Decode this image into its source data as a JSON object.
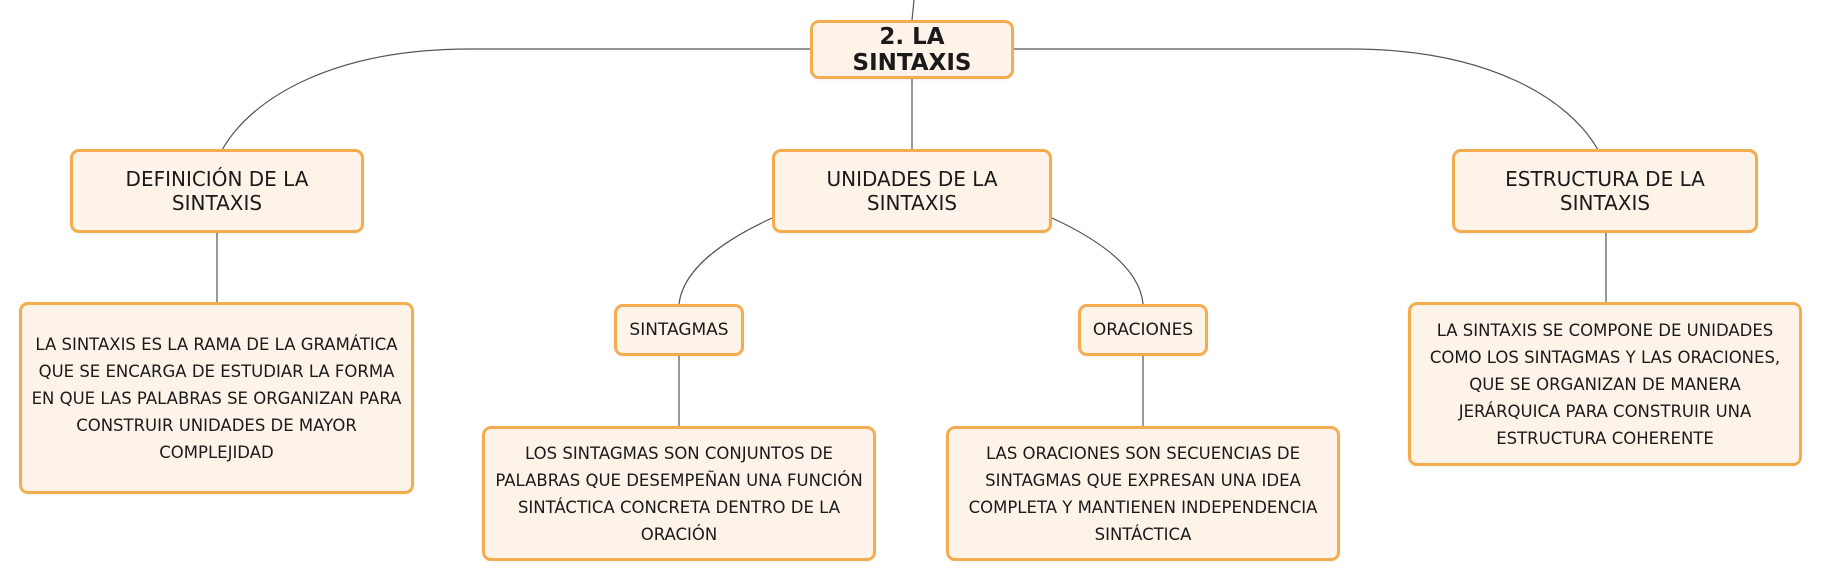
{
  "title": "2. LA SINTAXIS",
  "branches": [
    {
      "label": "DEFINICIÓN DE LA SINTAXIS",
      "description": "LA SINTAXIS ES LA RAMA DE LA GRAMÁTICA QUE SE ENCARGA DE ESTUDIAR LA FORMA EN QUE LAS PALABRAS SE ORGANIZAN PARA CONSTRUIR UNIDADES DE MAYOR COMPLEJIDAD"
    },
    {
      "label": "UNIDADES DE LA SINTAXIS",
      "children": [
        {
          "label": "SINTAGMAS",
          "description": "LOS SINTAGMAS SON CONJUNTOS DE PALABRAS QUE DESEMPEÑAN UNA FUNCIÓN SINTÁCTICA CONCRETA DENTRO DE LA ORACIÓN"
        },
        {
          "label": "ORACIONES",
          "description": "LAS ORACIONES SON SECUENCIAS DE SINTAGMAS QUE EXPRESAN UNA IDEA COMPLETA Y MANTIENEN INDEPENDENCIA SINTÁCTICA"
        }
      ]
    },
    {
      "label": "ESTRUCTURA DE LA SINTAXIS",
      "description": "LA SINTAXIS SE COMPONE DE UNIDADES COMO LOS SINTAGMAS Y LAS ORACIONES, QUE SE ORGANIZAN DE MANERA JERÁRQUICA PARA CONSTRUIR UNA ESTRUCTURA COHERENTE"
    }
  ],
  "colors": {
    "node_border": "#f3ad4f",
    "node_fill": "#fdf3e8",
    "connector": "#555555"
  }
}
